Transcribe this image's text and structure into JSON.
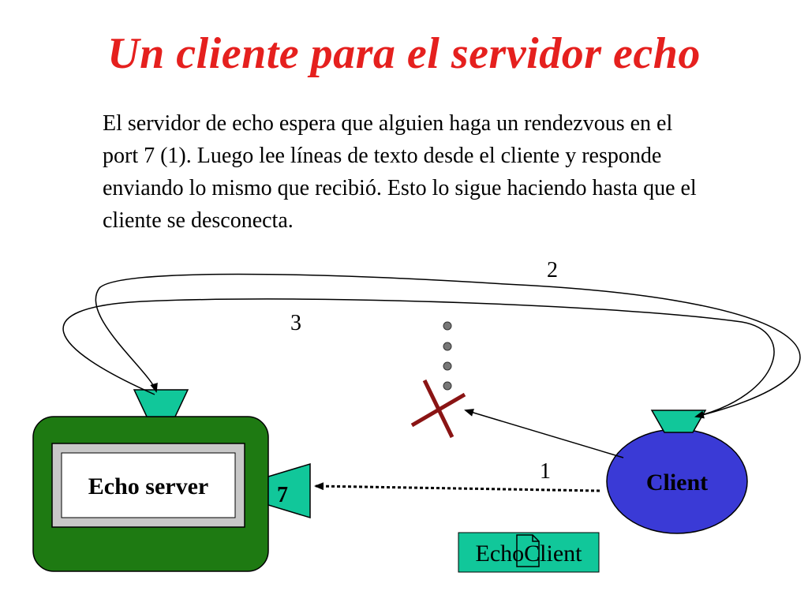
{
  "slide": {
    "title": "Un cliente para el servidor echo",
    "paragraph": "El servidor de echo espera que alguien haga un rendezvous en el port 7 (1). Luego lee líneas de texto desde el cliente y responde enviando lo mismo que recibió. Esto lo sigue haciendo hasta que el cliente se desconecta."
  },
  "diagram": {
    "server_label": "Echo server",
    "port_label": "7",
    "client_label": "Client",
    "program_label": "EchoClient",
    "step_labels": [
      "1",
      "2",
      "3"
    ],
    "colors": {
      "server_fill": "#1e7a12",
      "port_fill": "#11c79a",
      "client_fill": "#3a3ad6",
      "cross": "#8a1414",
      "title": "#e5201e"
    }
  }
}
